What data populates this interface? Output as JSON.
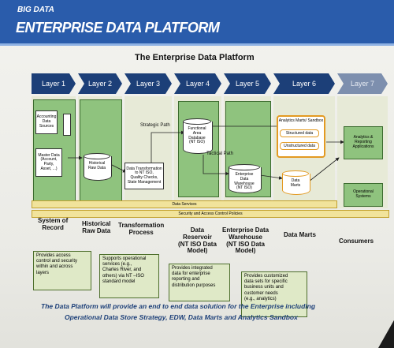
{
  "header": {
    "kicker": "BIG DATA",
    "title": "ENTERPRISE DATA PLATFORM"
  },
  "diagram_title": "The Enterprise Data Platform",
  "layers": [
    "Layer 1",
    "Layer 2",
    "Layer 3",
    "Layer 4",
    "Layer 5",
    "Layer 6",
    "Layer 7"
  ],
  "boxes": {
    "accounting": [
      "Accounting",
      "Data",
      "Sources"
    ],
    "master_data": [
      "Master Data",
      "(Account,",
      "Party,",
      "Asset, ...)"
    ],
    "historical_raw": [
      "Historical",
      "Raw Data"
    ],
    "transformation": [
      "Data Transformation",
      "to NT ISO,",
      "Quality Checks,",
      "State Management"
    ],
    "functional_db": [
      "Functional",
      "Area",
      "Database",
      "(NT ISO)"
    ],
    "edw": [
      "Enterprise",
      "Data",
      "Warehouse",
      "(NT ISO)"
    ],
    "analytics_marts_title": "Analytics Marts/ Sandbox",
    "structured": "Structured data",
    "unstructured": "Unstructured data",
    "data_marts": [
      "Data",
      "Marts"
    ],
    "analytics_apps": [
      "Analytics &",
      "Reporting",
      "Applications"
    ],
    "operational_systems": [
      "Operational",
      "Systems"
    ]
  },
  "paths": {
    "strategic": "Strategic Path",
    "tactical": "Tactical Path"
  },
  "bands": {
    "data_services": "Data Services",
    "security": "Security and Access Control Policies"
  },
  "categories": [
    [
      "System of",
      "Record"
    ],
    [
      "Historical",
      "Raw Data"
    ],
    [
      "Transformation",
      "Process"
    ],
    [
      "Data",
      "Reservoir",
      "(NT ISO Data",
      "Model)"
    ],
    [
      "Enterprise Data",
      "Warehouse",
      "(NT ISO Data",
      "Model)"
    ],
    [
      "Data Marts"
    ],
    [
      "Consumers"
    ]
  ],
  "descriptions": [
    [
      "Provides access",
      "control and security",
      "within and across",
      "layers"
    ],
    [
      "Supports operational",
      "services (e.g.,",
      "Charles River, and",
      "others) via NT –ISO",
      "standard model"
    ],
    [
      "Provides integrated",
      "data for enterprise",
      "reporting and",
      "distribution purposes"
    ],
    [
      "Provides customized",
      "data sets for specific",
      "business units and",
      "customer needs",
      "(e.g., analytics)"
    ]
  ],
  "footer": [
    "The Data Platform will provide an end to end data solution for the Enterprise including",
    "Operational Data Store Strategy, EDW, Data Marts and Analytics Sandbox"
  ]
}
